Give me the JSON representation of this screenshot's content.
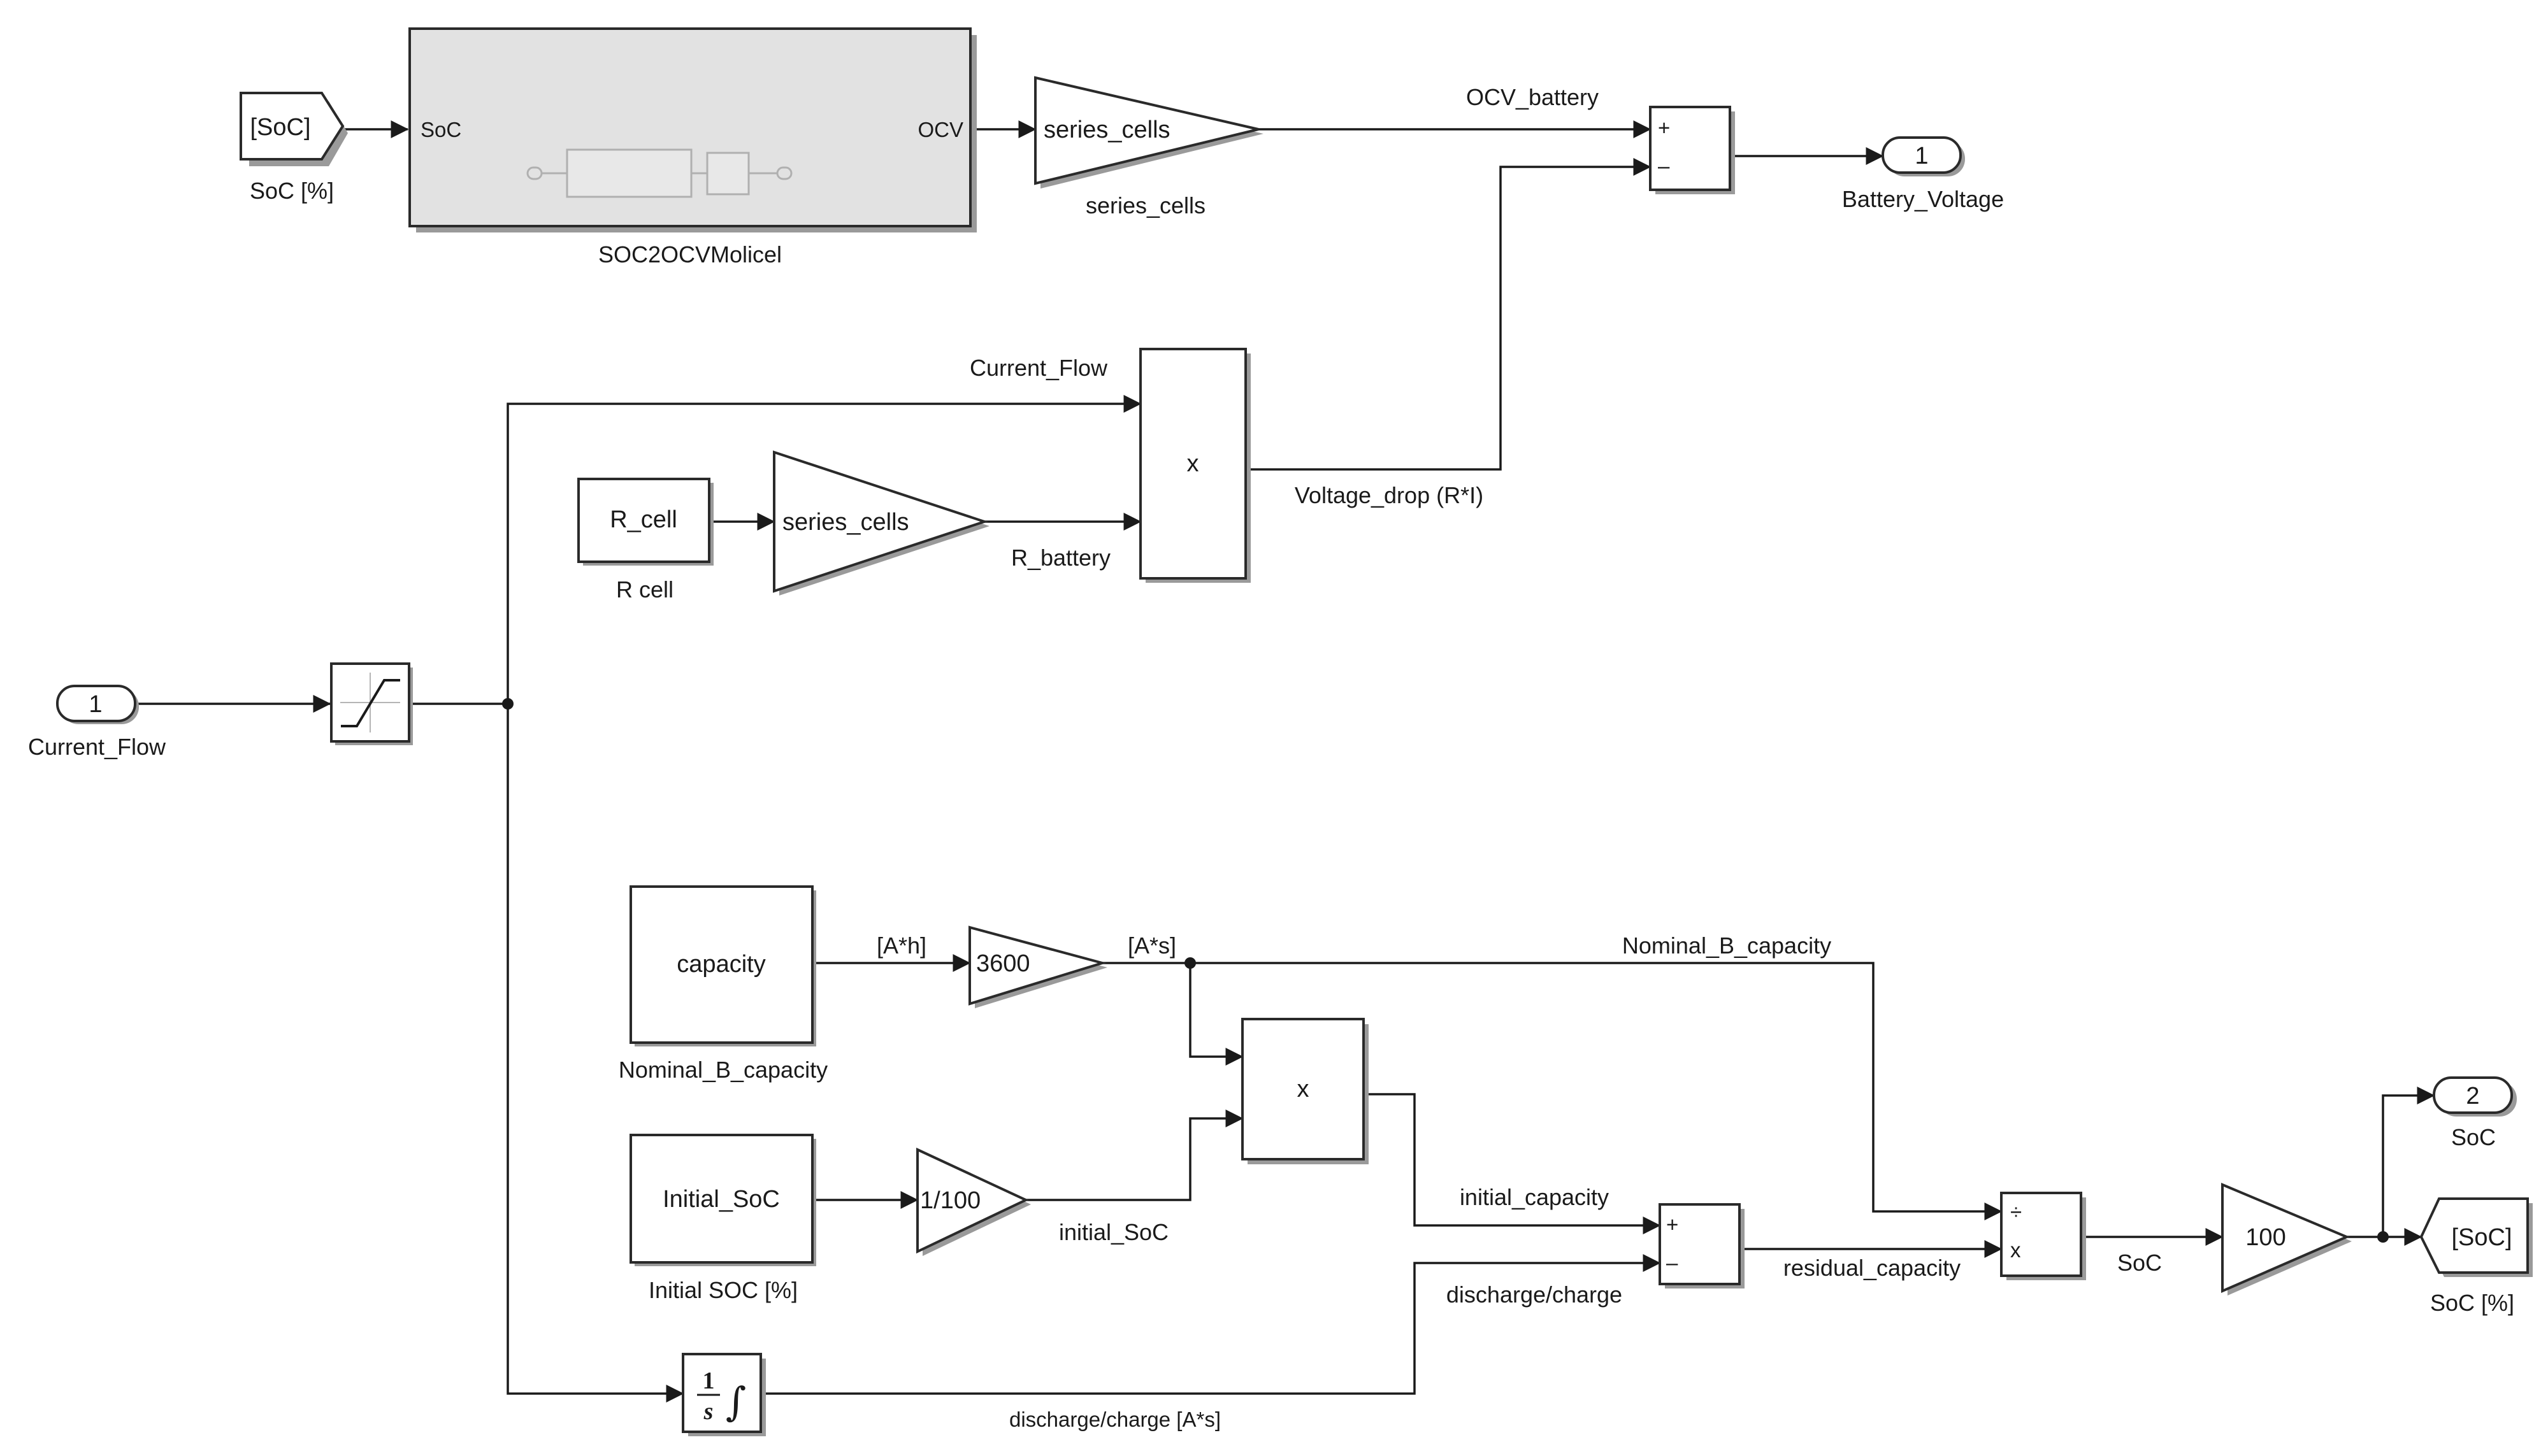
{
  "blocks": {
    "goto_soc_from": "[SoC]",
    "goto_soc_from_name": "SoC [%]",
    "subsystem_name": "SOC2OCVMolicel",
    "subsystem_in_port": "SoC",
    "subsystem_out_port": "OCV",
    "gain_series_top": "series_cells",
    "gain_series_top_name": "series_cells",
    "sum_top_plus": "+",
    "sum_top_minus": "–",
    "out1_number": "1",
    "out1_name": "Battery_Voltage",
    "in1_number": "1",
    "in1_name": "Current_Flow",
    "r_cell_const": "R_cell",
    "r_cell_name": "R cell",
    "gain_series_mid": "series_cells",
    "product_top": "x",
    "capacity_const": "capacity",
    "capacity_name": "Nominal_B_capacity",
    "gain_3600": "3600",
    "product_mid": "x",
    "initial_soc_const": "Initial_SoC",
    "initial_soc_name": "Initial SOC [%]",
    "gain_1_100": "1/100",
    "sum_bottom_plus": "+",
    "sum_bottom_minus": "–",
    "integrator_num": "1",
    "integrator_den": "s",
    "divide_div": "÷",
    "divide_mul": "x",
    "gain_100": "100",
    "out2_number": "2",
    "out2_name": "SoC",
    "goto_soc": "[SoC]",
    "goto_soc_name": "SoC [%]"
  },
  "signals": {
    "ocv_battery": "OCV_battery",
    "current_flow": "Current_Flow",
    "voltage_drop": "Voltage_drop (R*I)",
    "r_battery": "R_battery",
    "ah": "[A*h]",
    "as": "[A*s]",
    "nominal_b_capacity": "Nominal_B_capacity",
    "initial_capacity": "initial_capacity",
    "initial_soc": "initial_SoC",
    "discharge_charge": "discharge/charge",
    "residual_capacity": "residual_capacity",
    "soc": "SoC",
    "discharge_charge_as": "discharge/charge [A*s]"
  },
  "colors": {
    "wire": "#1a1a1a",
    "block_border": "#2a2a2a",
    "subsystem_fill": "#e2e2e2",
    "shadow": "#9a9a9a"
  }
}
